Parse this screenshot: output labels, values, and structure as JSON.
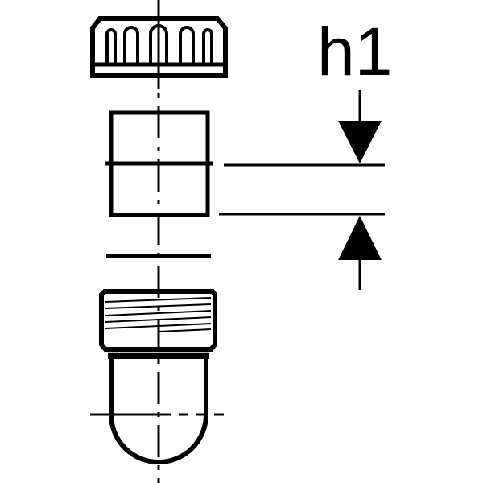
{
  "diagram": {
    "dimension_label": "h1",
    "colors": {
      "stroke": "#000000",
      "background": "#ffffff"
    },
    "parts": [
      "union-nut",
      "sleeve",
      "seal-ring",
      "threaded-connector-with-dome"
    ]
  }
}
